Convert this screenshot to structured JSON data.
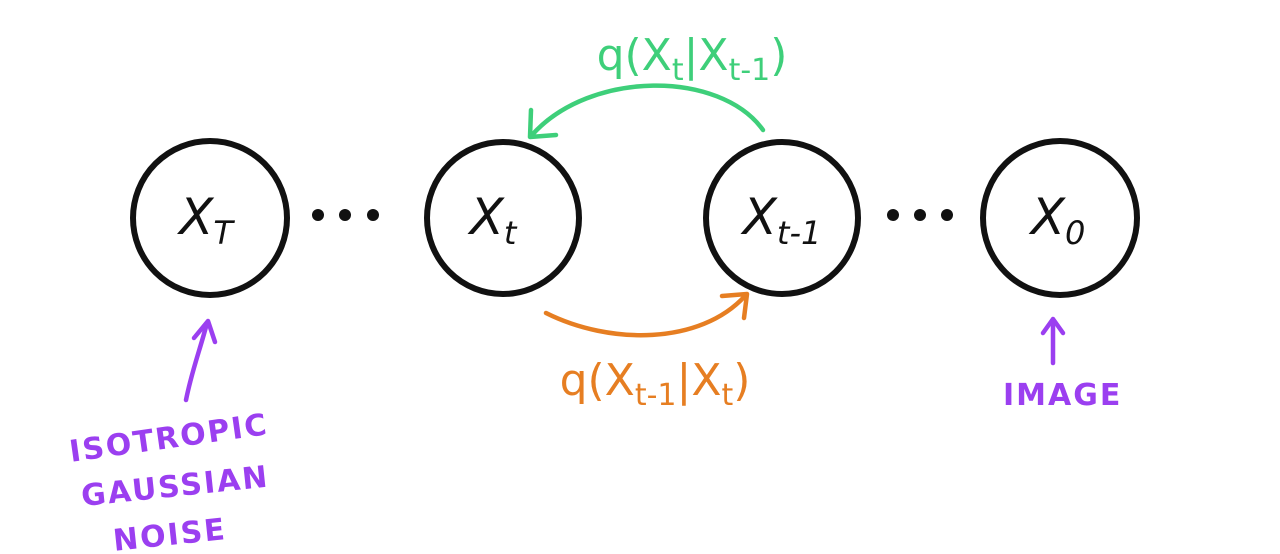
{
  "colors": {
    "ink": "#111111",
    "reverse_process": "#3ecf7a",
    "forward_process": "#e67e22",
    "annotation": "#9b3ff0"
  },
  "nodes": [
    {
      "id": "xT",
      "main": "X",
      "sub": "T"
    },
    {
      "id": "xt",
      "main": "X",
      "sub": "t"
    },
    {
      "id": "xt1",
      "main": "X",
      "sub": "t-1"
    },
    {
      "id": "x0",
      "main": "X",
      "sub": "0"
    }
  ],
  "ellipses": [
    "...",
    "..."
  ],
  "edges": {
    "top": {
      "text_before": "q(X",
      "sub_a": "t",
      "text_mid": "|X",
      "sub_b": "t-1",
      "text_after": ")"
    },
    "bottom": {
      "text_before": "q(X",
      "sub_a": "t-1",
      "text_mid": "|X",
      "sub_b": "t",
      "text_after": ")"
    }
  },
  "annotations": {
    "noise": [
      "ISOTROPIC",
      "GAUSSIAN",
      "NOISE"
    ],
    "image": "IMAGE"
  }
}
